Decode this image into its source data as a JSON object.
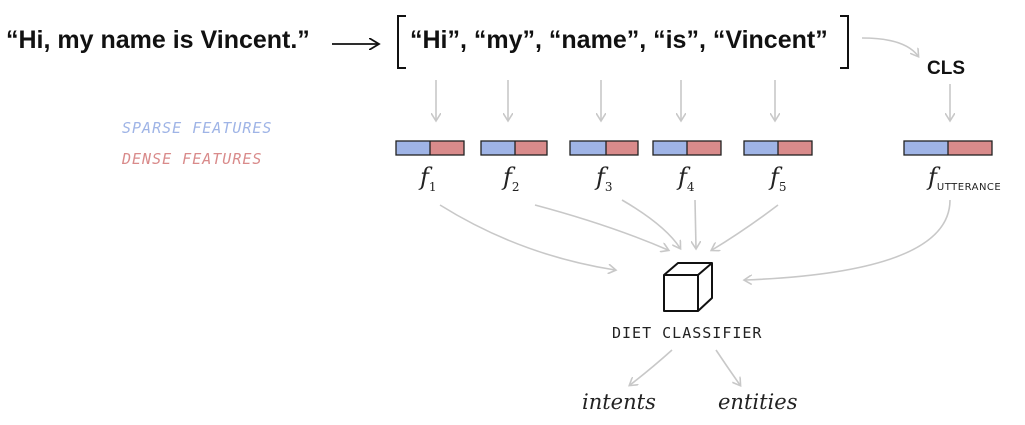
{
  "sentence": "“Hi, my name is Vincent.”",
  "tokens": {
    "open": "“Hi”, “my”, “name”, “is”, “Vincent”"
  },
  "cls_label": "CLS",
  "legend": {
    "sparse": "SPARSE FEATURES",
    "dense": "DENSE FEATURES"
  },
  "features": [
    {
      "symbol": "f",
      "sub": "1"
    },
    {
      "symbol": "f",
      "sub": "2"
    },
    {
      "symbol": "f",
      "sub": "3"
    },
    {
      "symbol": "f",
      "sub": "4"
    },
    {
      "symbol": "f",
      "sub": "5"
    }
  ],
  "utterance": {
    "symbol": "f",
    "sub": "UTTERANCE"
  },
  "classifier_label": "DIET CLASSIFIER",
  "outputs": {
    "intents": "intents",
    "entities": "entities"
  },
  "colors": {
    "sparse": "#9fb4e6",
    "dense": "#d98b8b",
    "arrow": "#c8c8c8",
    "ink": "#222222"
  },
  "icons": {
    "sentence_arrow": "long-right-arrow-icon",
    "classifier": "cube-icon"
  }
}
